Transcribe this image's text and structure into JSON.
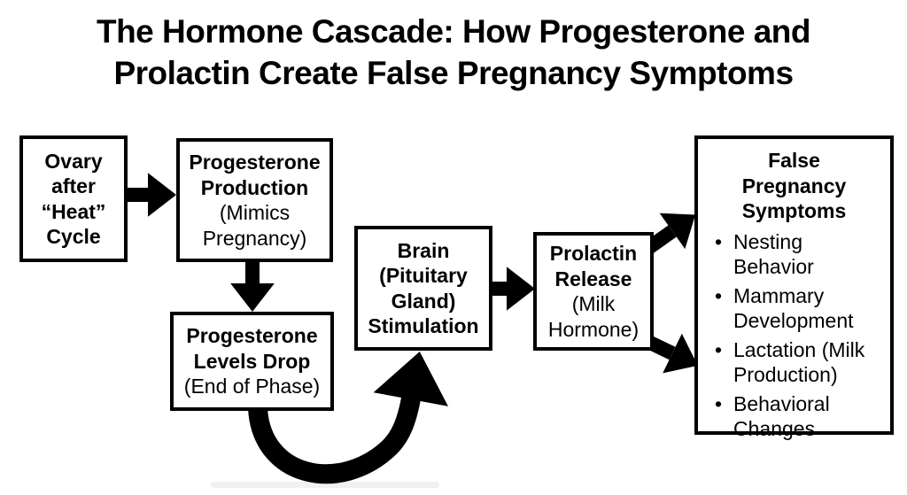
{
  "title": {
    "line1": "The Hormone Cascade: How Progesterone and",
    "line2": "Prolactin Create False Pregnancy Symptoms"
  },
  "symbols": {
    "bullet": "•"
  },
  "colors": {
    "ink": "#000000",
    "background": "#ffffff"
  },
  "nodes": {
    "ovary": {
      "lines": [
        "Ovary",
        "after",
        "“Heat”",
        "Cycle"
      ]
    },
    "production": {
      "lines": [
        "Progesterone",
        "Production",
        "(Mimics",
        "Pregnancy)"
      ]
    },
    "drop": {
      "lines": [
        "Progesterone",
        "Levels Drop",
        "(End of Phase)"
      ]
    },
    "brain": {
      "lines": [
        "Brain",
        "(Pituitary",
        "Gland)",
        "Stimulation"
      ]
    },
    "prolactin": {
      "lines": [
        "Prolactin",
        "Release",
        "(Milk",
        "Hormone)"
      ]
    },
    "symptoms": {
      "title": [
        "False",
        "Pregnancy",
        "Symptoms"
      ],
      "bullets": [
        "Nesting Behavior",
        "Mammary Development",
        "Lactation (Milk Production)",
        "Behavioral Changes"
      ]
    }
  },
  "edges": [
    {
      "from": "Ovary after “Heat” Cycle",
      "to": "Progesterone Production",
      "shape": "straight-right"
    },
    {
      "from": "Progesterone Production",
      "to": "Progesterone Levels Drop",
      "shape": "straight-down"
    },
    {
      "from": "Progesterone Levels Drop",
      "to": "Brain (Pituitary Gland) Stimulation",
      "shape": "curved-u-up"
    },
    {
      "from": "Brain (Pituitary Gland) Stimulation",
      "to": "Prolactin Release",
      "shape": "straight-right"
    },
    {
      "from": "Prolactin Release",
      "to": "False Pregnancy Symptoms",
      "shape": "diagonal-up-right"
    },
    {
      "from": "Prolactin Release",
      "to": "False Pregnancy Symptoms",
      "shape": "diagonal-down-right"
    }
  ]
}
